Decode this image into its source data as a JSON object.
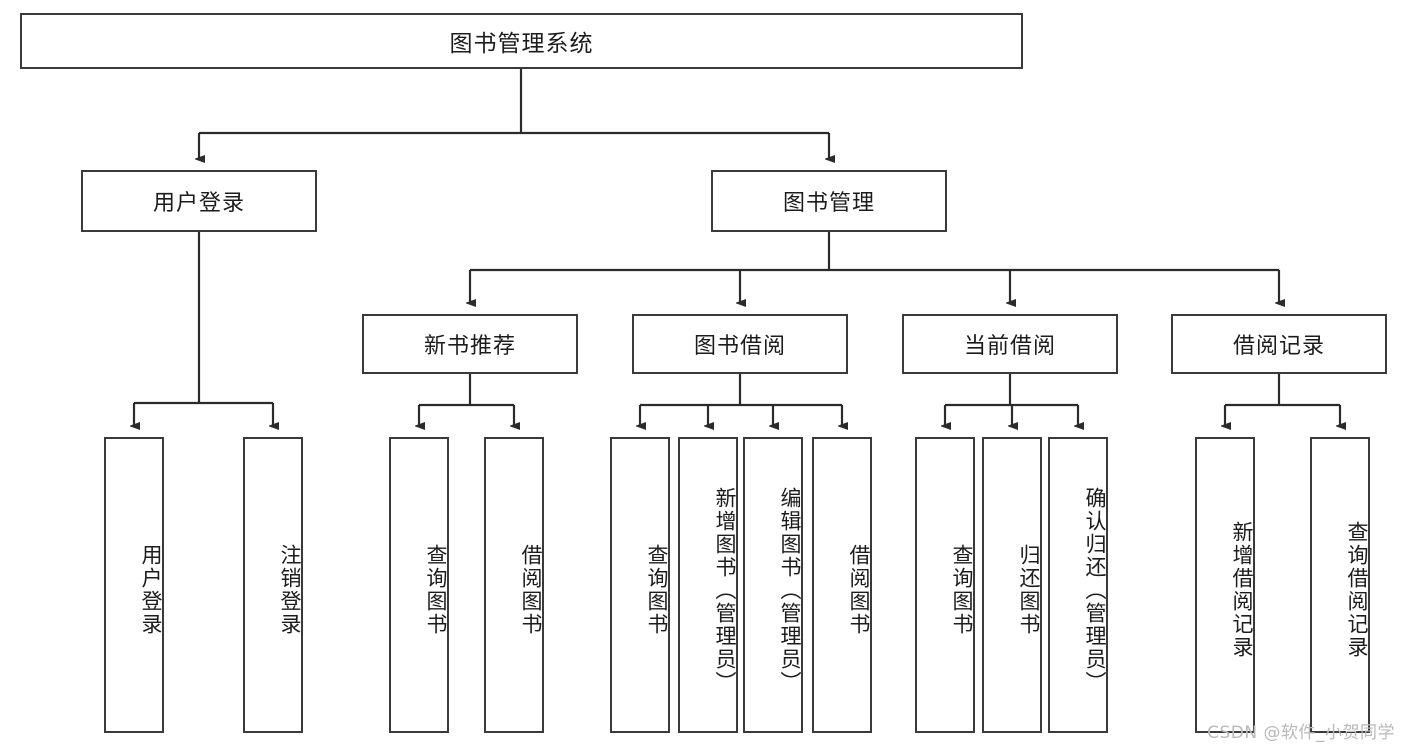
{
  "diagram": {
    "type": "tree",
    "title": "图书管理系统",
    "orientation": "top-down",
    "colors": {
      "box_border": "#3a3a3a",
      "box_fill": "#ffffff",
      "connector": "#2b2b2b",
      "text": "#1c1c1c",
      "watermark": "#b9b9b9"
    },
    "root": {
      "label": "图书管理系统"
    },
    "level2": [
      {
        "label": "用户登录"
      },
      {
        "label": "图书管理"
      }
    ],
    "level3": [
      {
        "label": "新书推荐"
      },
      {
        "label": "图书借阅"
      },
      {
        "label": "当前借阅"
      },
      {
        "label": "借阅记录"
      }
    ],
    "leaves": {
      "user_login": [
        {
          "label": "用户登录"
        },
        {
          "label": "注销登录"
        }
      ],
      "new_book_recommend": [
        {
          "label": "查询图书"
        },
        {
          "label": "借阅图书"
        }
      ],
      "book_borrow": [
        {
          "label": "查询图书"
        },
        {
          "label": "新增图书（管理员）"
        },
        {
          "label": "编辑图书（管理员）"
        },
        {
          "label": "借阅图书"
        }
      ],
      "current_borrow": [
        {
          "label": "查询图书"
        },
        {
          "label": "归还图书"
        },
        {
          "label": "确认归还（管理员）"
        }
      ],
      "borrow_record": [
        {
          "label": "新增借阅记录"
        },
        {
          "label": "查询借阅记录"
        }
      ]
    }
  },
  "watermark": {
    "text": "CSDN @软件_小贺同学"
  }
}
